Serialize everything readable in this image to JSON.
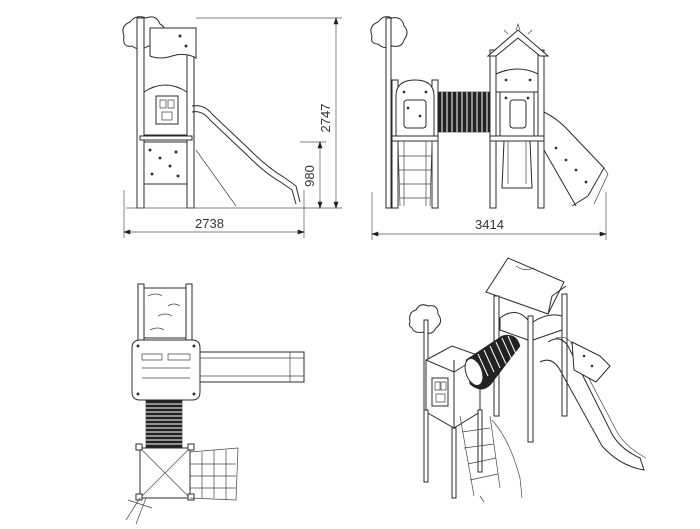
{
  "views": {
    "side": {
      "dimensions": {
        "width_label": "2738",
        "height_label": "2747",
        "platform_height_label": "980"
      }
    },
    "front": {
      "dimensions": {
        "width_label": "3414"
      }
    },
    "top": {},
    "isometric": {}
  }
}
